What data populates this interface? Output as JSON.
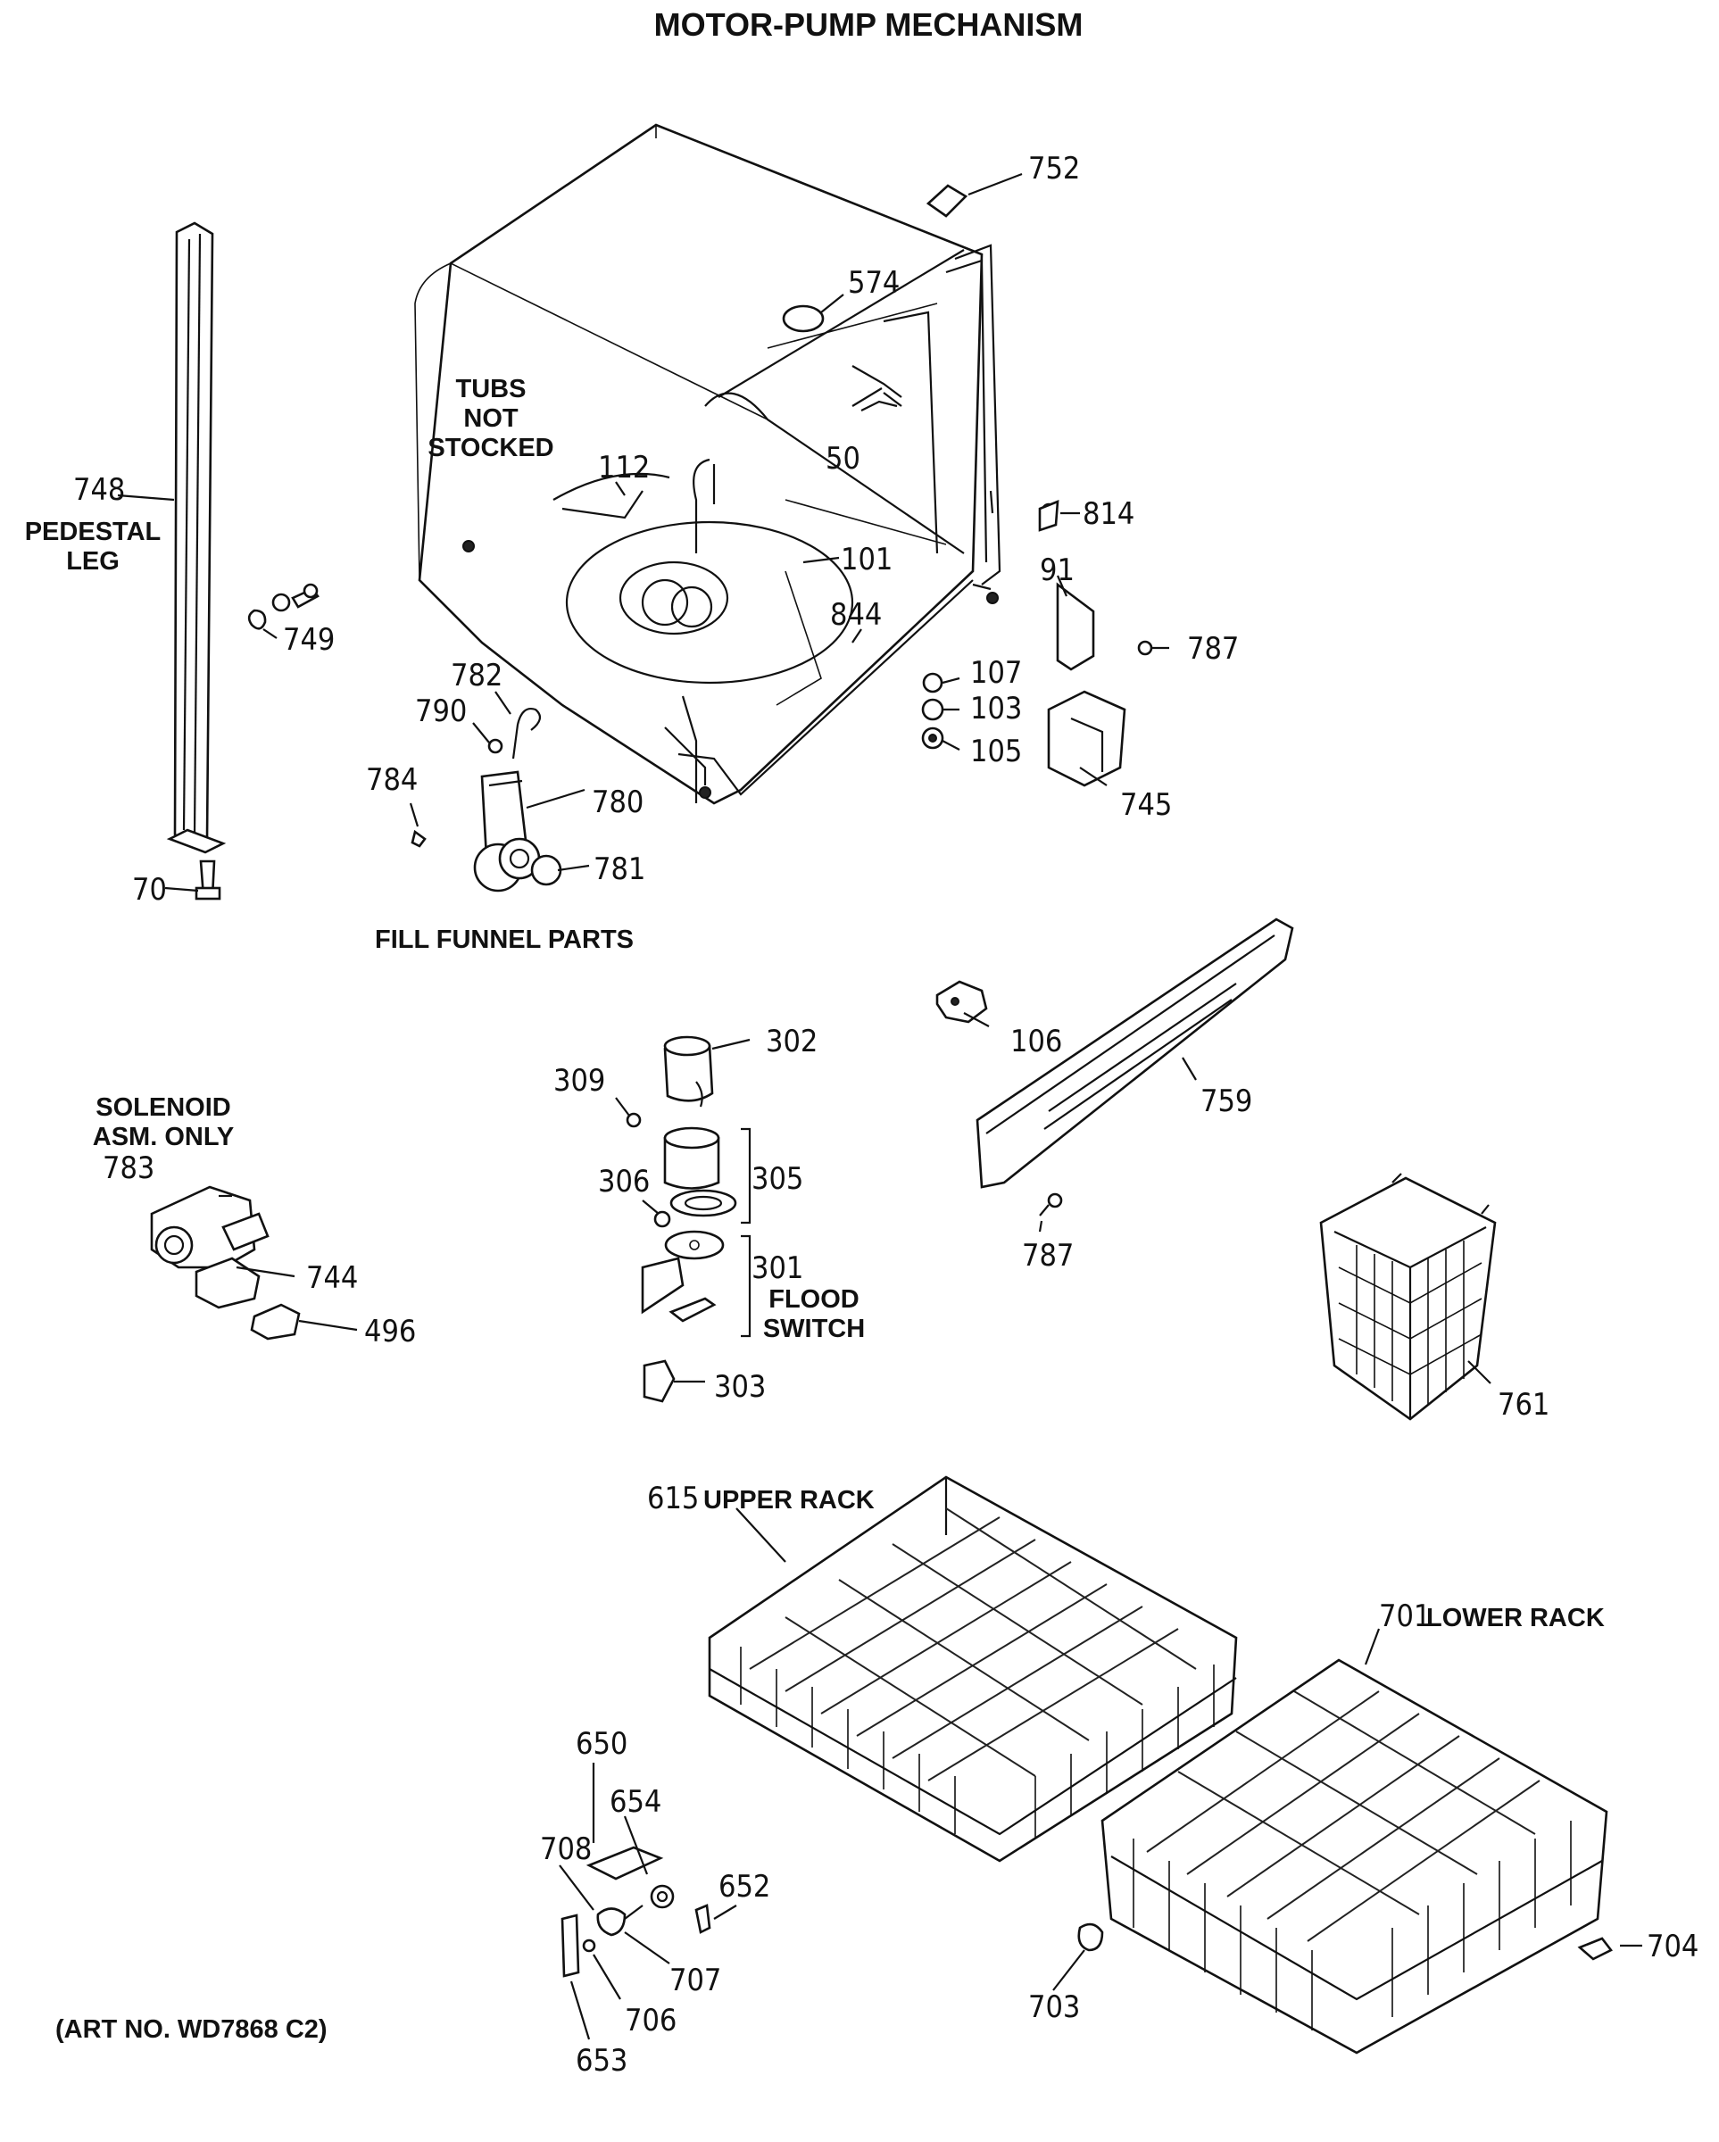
{
  "title": "MOTOR-PUMP MECHANISM",
  "captions": {
    "tubs": [
      "TUBS",
      "NOT",
      "STOCKED"
    ],
    "pedestal": [
      "PEDESTAL",
      "LEG"
    ],
    "fill_funnel": "FILL FUNNEL PARTS",
    "solenoid": [
      "SOLENOID",
      "ASM. ONLY"
    ],
    "flood": [
      "FLOOD",
      "SWITCH"
    ],
    "upper_rack": "UPPER RACK",
    "lower_rack": "LOWER RACK",
    "art_no": "(ART NO. WD7868 C2)"
  },
  "part_numbers": [
    "752",
    "574",
    "50",
    "112",
    "101",
    "844",
    "814",
    "91",
    "787",
    "107",
    "103",
    "105",
    "745",
    "748",
    "749",
    "70",
    "782",
    "790",
    "784",
    "780",
    "781",
    "302",
    "309",
    "305",
    "306",
    "301",
    "303",
    "106",
    "759",
    "787",
    "783",
    "744",
    "496",
    "761",
    "615",
    "701",
    "650",
    "654",
    "708",
    "652",
    "707",
    "706",
    "653",
    "703",
    "704"
  ]
}
